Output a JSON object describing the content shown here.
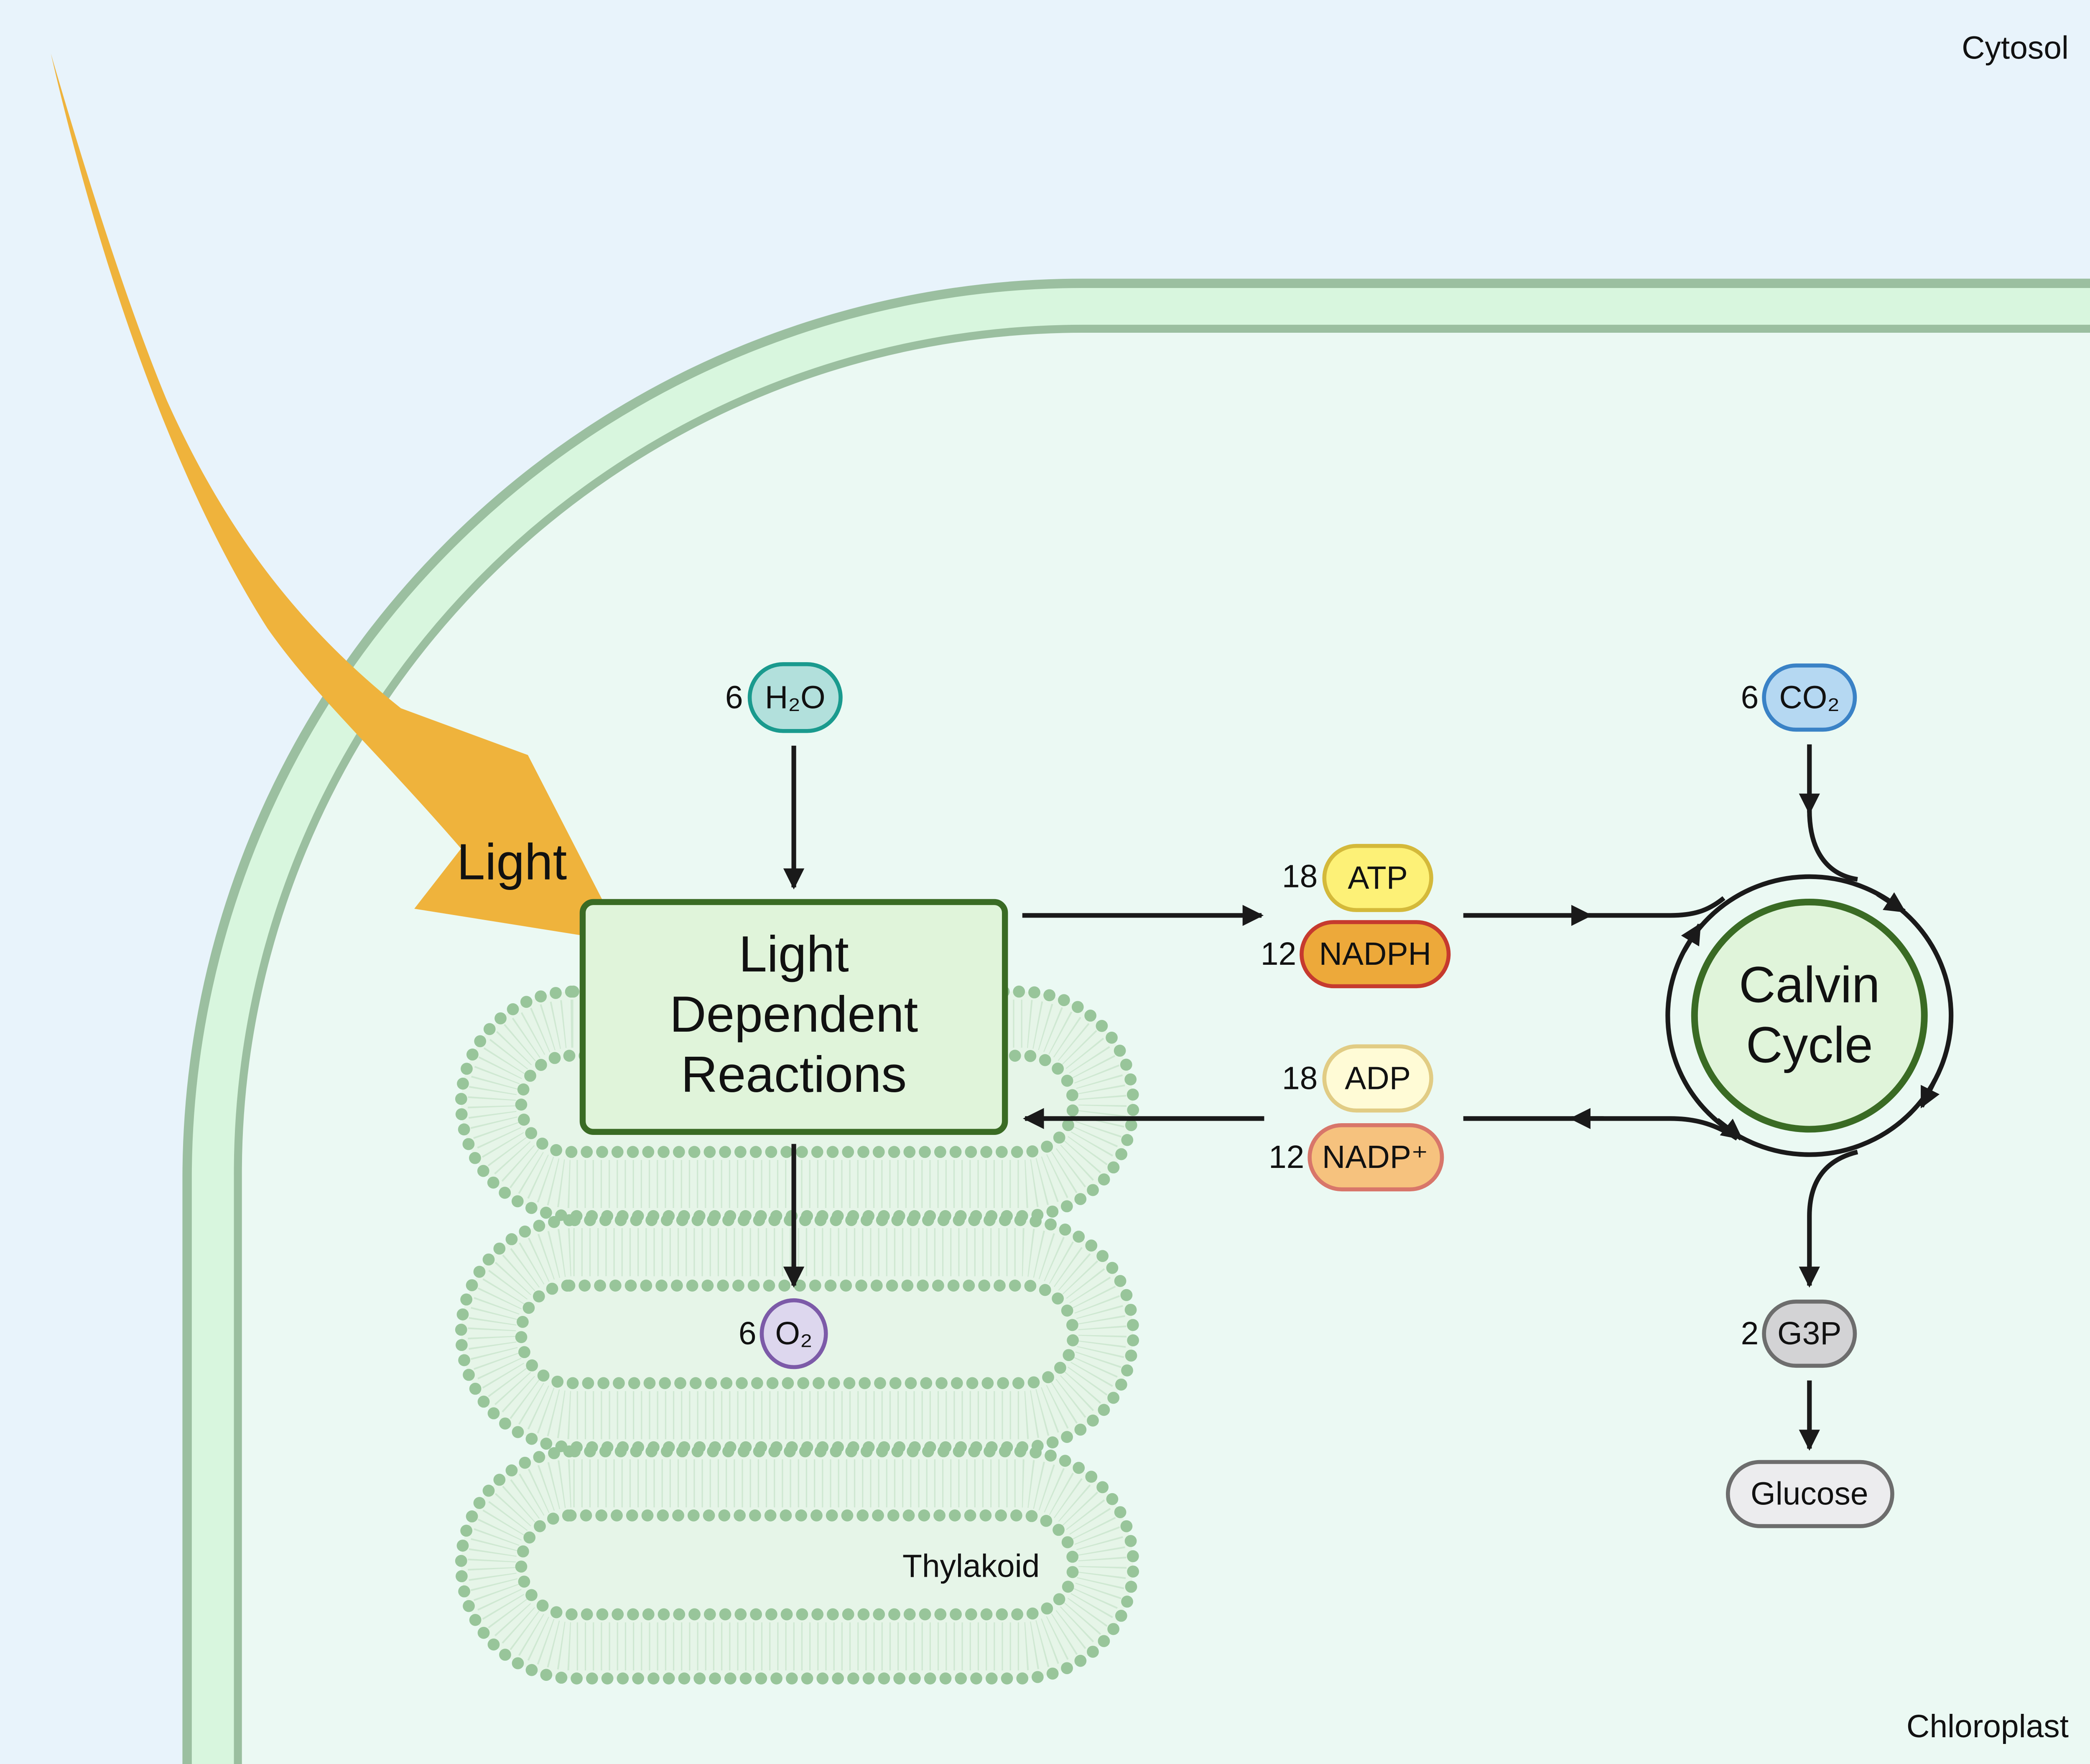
{
  "regions": {
    "cytosol": "Cytosol",
    "chloroplast": "Chloroplast",
    "thylakoid": "Thylakoid"
  },
  "light_label": "Light",
  "light_dependent_reactions": {
    "line1": "Light",
    "line2": "Dependent",
    "line3": "Reactions"
  },
  "calvin_cycle": {
    "line1": "Calvin",
    "line2": "Cycle"
  },
  "molecules": {
    "h2o": {
      "coef": "6",
      "label": "H₂O"
    },
    "o2": {
      "coef": "6",
      "label": "O₂"
    },
    "atp": {
      "coef": "18",
      "label": "ATP"
    },
    "nadph": {
      "coef": "12",
      "label": "NADPH"
    },
    "adp": {
      "coef": "18",
      "label": "ADP"
    },
    "nadp": {
      "coef": "12",
      "label": "NADP⁺"
    },
    "co2": {
      "coef": "6",
      "label": "CO₂"
    },
    "g3p": {
      "coef": "2",
      "label": "G3P"
    },
    "glucose": {
      "label": "Glucose"
    }
  },
  "colors": {
    "background": "#e8f3fb",
    "chloroplast_membrane": "#9bbfa0",
    "light_arrow": "#efb33c",
    "reaction_border": "#3a6b24",
    "reaction_fill": "#e0f4da"
  }
}
